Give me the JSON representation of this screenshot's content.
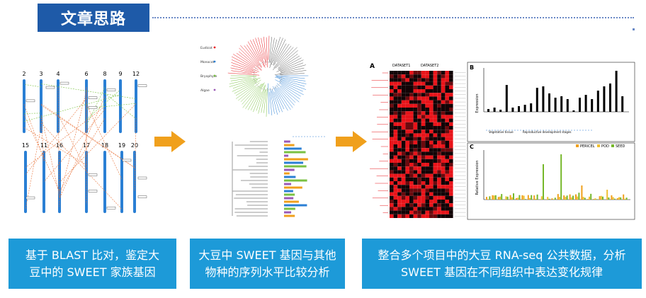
{
  "header": {
    "title": "文章思路"
  },
  "panel1": {
    "top_numbers": [
      "2",
      "3",
      "4",
      "6",
      "8",
      "9",
      "12"
    ],
    "bottom_numbers": [
      "15",
      "11",
      "16",
      "17",
      "18",
      "19",
      "20"
    ]
  },
  "panel2": {
    "legend": [
      "Eudicot",
      "Monocot",
      "Bryophyte",
      "Algae"
    ]
  },
  "panel3": {
    "panel_a": "A",
    "panel_b": "B",
    "panel_c": "C",
    "dataset_labels": [
      "DATASET1",
      "DATASET2"
    ],
    "ylabel_b": "Expression",
    "ylabel_c": "Relative Expression",
    "stage_labels": [
      "Vegetative tissue",
      "Reproductive development stages"
    ],
    "legend_c": [
      "PERICEL",
      "POD",
      "SEED"
    ]
  },
  "captions": [
    {
      "line1": "基于 BLAST 比对，鉴定大",
      "line2": "豆中的 SWEET 家族基因"
    },
    {
      "line1": "大豆中 SWEET 基因与其他",
      "line2": "物种的序列水平比较分析"
    },
    {
      "line1": "整合多个项目中的大豆 RNA-seq 公共数据，分析",
      "line2": "SWEET 基因在不同组织中表达变化规律"
    }
  ],
  "colors": {
    "title_bg": "#1e5aa8",
    "caption_bg": "#1d9ad8",
    "arrow": "#f0a01c",
    "heatmap_high": "#e8141a",
    "heatmap_low": "#120406"
  }
}
